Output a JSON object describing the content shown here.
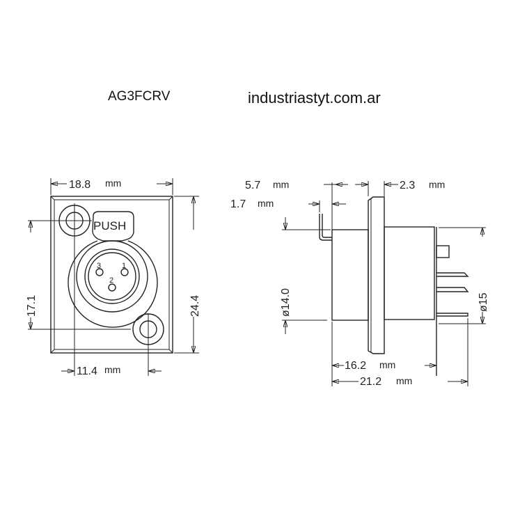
{
  "header": {
    "model": "AG3FCRV",
    "website": "industriastyt.com.ar"
  },
  "front_view": {
    "push_label": "PUSH",
    "pin_labels": [
      "3",
      "1",
      "2"
    ],
    "dimensions": {
      "width": "18.8",
      "width_unit": "mm",
      "hole_spacing_h": "11.4",
      "hole_spacing_h_unit": "mm",
      "hole_spacing_v": "17.1",
      "height": "24.4"
    }
  },
  "side_view": {
    "dimensions": {
      "front_depth": "5.7",
      "front_depth_unit": "mm",
      "flange": "2.3",
      "flange_unit": "mm",
      "hook": "1.7",
      "hook_unit": "mm",
      "front_diameter": "ø14.0",
      "rear_diameter": "ø15",
      "body_length": "16.2",
      "body_length_unit": "mm",
      "total_length": "21.2",
      "total_length_unit": "mm"
    }
  }
}
